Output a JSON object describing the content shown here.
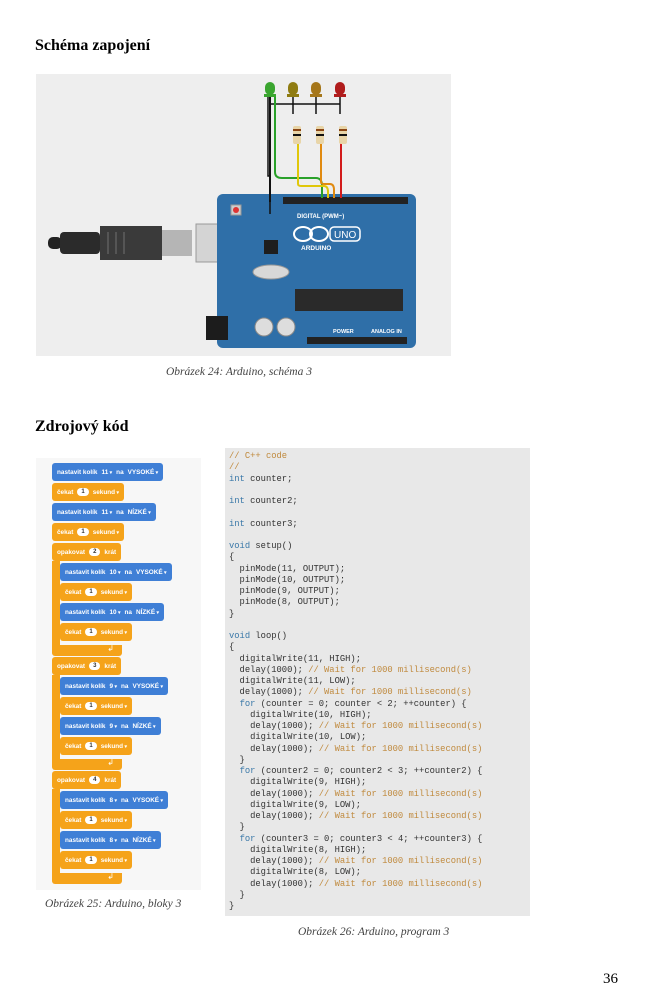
{
  "headings": {
    "schema": "Schéma zapojení",
    "source": "Zdrojový kód"
  },
  "captions": {
    "figure24": "Obrázek 24: Arduino, schéma 3",
    "figure25": "Obrázek 25: Arduino, bloky 3",
    "figure26": "Obrázek 26: Arduino, program 3"
  },
  "page_number": "36",
  "circuit": {
    "board_logo": "ARDUINO",
    "board_model": "UNO",
    "digital_label": "DIGITAL (PWM~)",
    "power_label": "POWER",
    "analog_label": "ANALOG IN",
    "led_colors": [
      "#3aa52f",
      "#8f7c12",
      "#a5761a",
      "#b01c1c"
    ]
  },
  "blocks": {
    "set_pin": "nastavit kolík",
    "to": "na",
    "high": "VYSOKÉ",
    "low": "NÍZKÉ",
    "wait": "čekat",
    "seconds": "sekund",
    "repeat": "opakovat",
    "times": "krát",
    "one": "1",
    "pin11": "11",
    "pin10": "10",
    "pin9": "9",
    "pin8": "8",
    "rep2": "2",
    "rep3": "3",
    "rep4": "4"
  },
  "code": {
    "lines": [
      {
        "segments": [
          {
            "t": "// C++ code",
            "c": "cm"
          }
        ]
      },
      {
        "segments": [
          {
            "t": "//",
            "c": "cm"
          }
        ]
      },
      {
        "segments": [
          {
            "t": "int",
            "c": "kw"
          },
          {
            "t": " counter;"
          }
        ]
      },
      {
        "segments": [
          {
            "t": ""
          }
        ]
      },
      {
        "segments": [
          {
            "t": "int",
            "c": "kw"
          },
          {
            "t": " counter2;"
          }
        ]
      },
      {
        "segments": [
          {
            "t": ""
          }
        ]
      },
      {
        "segments": [
          {
            "t": "int",
            "c": "kw"
          },
          {
            "t": " counter3;"
          }
        ]
      },
      {
        "segments": [
          {
            "t": ""
          }
        ]
      },
      {
        "segments": [
          {
            "t": "void",
            "c": "kw"
          },
          {
            "t": " setup()"
          }
        ]
      },
      {
        "segments": [
          {
            "t": "{"
          }
        ]
      },
      {
        "segments": [
          {
            "t": "  pinMode(11, OUTPUT);"
          }
        ]
      },
      {
        "segments": [
          {
            "t": "  pinMode(10, OUTPUT);"
          }
        ]
      },
      {
        "segments": [
          {
            "t": "  pinMode(9, OUTPUT);"
          }
        ]
      },
      {
        "segments": [
          {
            "t": "  pinMode(8, OUTPUT);"
          }
        ]
      },
      {
        "segments": [
          {
            "t": "}"
          }
        ]
      },
      {
        "segments": [
          {
            "t": ""
          }
        ]
      },
      {
        "segments": [
          {
            "t": "void",
            "c": "kw"
          },
          {
            "t": " loop()"
          }
        ]
      },
      {
        "segments": [
          {
            "t": "{"
          }
        ]
      },
      {
        "segments": [
          {
            "t": "  digitalWrite(11, HIGH);"
          }
        ]
      },
      {
        "segments": [
          {
            "t": "  delay(1000); "
          },
          {
            "t": "// Wait for 1000 millisecond(s)",
            "c": "cm"
          }
        ]
      },
      {
        "segments": [
          {
            "t": "  digitalWrite(11, LOW);"
          }
        ]
      },
      {
        "segments": [
          {
            "t": "  delay(1000); "
          },
          {
            "t": "// Wait for 1000 millisecond(s)",
            "c": "cm"
          }
        ]
      },
      {
        "segments": [
          {
            "t": "  "
          },
          {
            "t": "for",
            "c": "kw"
          },
          {
            "t": " (counter = 0; counter < 2; ++counter) {"
          }
        ]
      },
      {
        "segments": [
          {
            "t": "    digitalWrite(10, HIGH);"
          }
        ]
      },
      {
        "segments": [
          {
            "t": "    delay(1000); "
          },
          {
            "t": "// Wait for 1000 millisecond(s)",
            "c": "cm"
          }
        ]
      },
      {
        "segments": [
          {
            "t": "    digitalWrite(10, LOW);"
          }
        ]
      },
      {
        "segments": [
          {
            "t": "    delay(1000); "
          },
          {
            "t": "// Wait for 1000 millisecond(s)",
            "c": "cm"
          }
        ]
      },
      {
        "segments": [
          {
            "t": "  }"
          }
        ]
      },
      {
        "segments": [
          {
            "t": "  "
          },
          {
            "t": "for",
            "c": "kw"
          },
          {
            "t": " (counter2 = 0; counter2 < 3; ++counter2) {"
          }
        ]
      },
      {
        "segments": [
          {
            "t": "    digitalWrite(9, HIGH);"
          }
        ]
      },
      {
        "segments": [
          {
            "t": "    delay(1000); "
          },
          {
            "t": "// Wait for 1000 millisecond(s)",
            "c": "cm"
          }
        ]
      },
      {
        "segments": [
          {
            "t": "    digitalWrite(9, LOW);"
          }
        ]
      },
      {
        "segments": [
          {
            "t": "    delay(1000); "
          },
          {
            "t": "// Wait for 1000 millisecond(s)",
            "c": "cm"
          }
        ]
      },
      {
        "segments": [
          {
            "t": "  }"
          }
        ]
      },
      {
        "segments": [
          {
            "t": "  "
          },
          {
            "t": "for",
            "c": "kw"
          },
          {
            "t": " (counter3 = 0; counter3 < 4; ++counter3) {"
          }
        ]
      },
      {
        "segments": [
          {
            "t": "    digitalWrite(8, HIGH);"
          }
        ]
      },
      {
        "segments": [
          {
            "t": "    delay(1000); "
          },
          {
            "t": "// Wait for 1000 millisecond(s)",
            "c": "cm"
          }
        ]
      },
      {
        "segments": [
          {
            "t": "    digitalWrite(8, LOW);"
          }
        ]
      },
      {
        "segments": [
          {
            "t": "    delay(1000); "
          },
          {
            "t": "// Wait for 1000 millisecond(s)",
            "c": "cm"
          }
        ]
      },
      {
        "segments": [
          {
            "t": "  }"
          }
        ]
      },
      {
        "segments": [
          {
            "t": "}"
          }
        ]
      }
    ]
  }
}
